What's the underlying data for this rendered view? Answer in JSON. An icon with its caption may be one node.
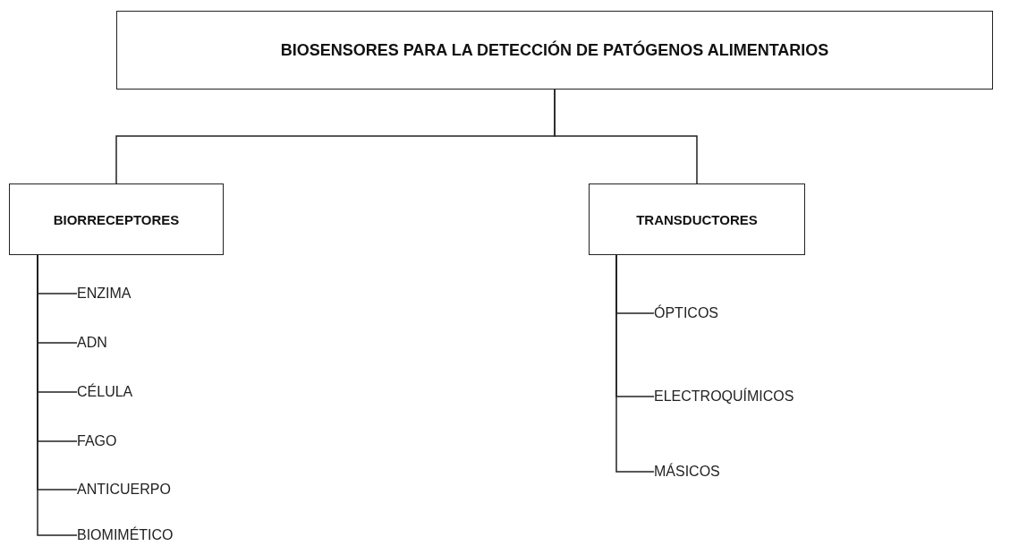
{
  "diagram": {
    "nodes": [
      {
        "text": [
          "BIOSENSORES PARA LA DETECCIÓN DE PATÓGENOS ALIMENTARIOS"
        ]
      },
      {
        "text": [
          "BIORRECEPTORES"
        ]
      },
      {
        "text": [
          "TRANSDUCTORES"
        ]
      },
      {
        "text": [
          "ENZIMA"
        ]
      },
      {
        "text": [
          "ADN"
        ]
      },
      {
        "text": [
          "CÉLULA"
        ]
      },
      {
        "text": [
          "FAGO"
        ]
      },
      {
        "text": [
          "ANTICUERPO"
        ]
      },
      {
        "text": [
          "BIOMIMÉTICO"
        ]
      },
      {
        "text": [
          "ÓPTICOS"
        ]
      },
      {
        "text": [
          "ELECTROQUÍMICOS"
        ]
      },
      {
        "text": [
          "MÁSICOS"
        ]
      }
    ],
    "edges": [
      {
        "from": 0,
        "to": 1,
        "arrow": "none"
      },
      {
        "from": 0,
        "to": 2,
        "arrow": "none"
      },
      {
        "from": 1,
        "to": 3,
        "arrow": "none"
      },
      {
        "from": 1,
        "to": 4,
        "arrow": "none"
      },
      {
        "from": 1,
        "to": 5,
        "arrow": "none"
      },
      {
        "from": 1,
        "to": 6,
        "arrow": "none"
      },
      {
        "from": 1,
        "to": 7,
        "arrow": "none"
      },
      {
        "from": 1,
        "to": 8,
        "arrow": "none"
      },
      {
        "from": 2,
        "to": 9,
        "arrow": "none"
      },
      {
        "from": 2,
        "to": 10,
        "arrow": "none"
      },
      {
        "from": 2,
        "to": 11,
        "arrow": "none"
      }
    ]
  }
}
